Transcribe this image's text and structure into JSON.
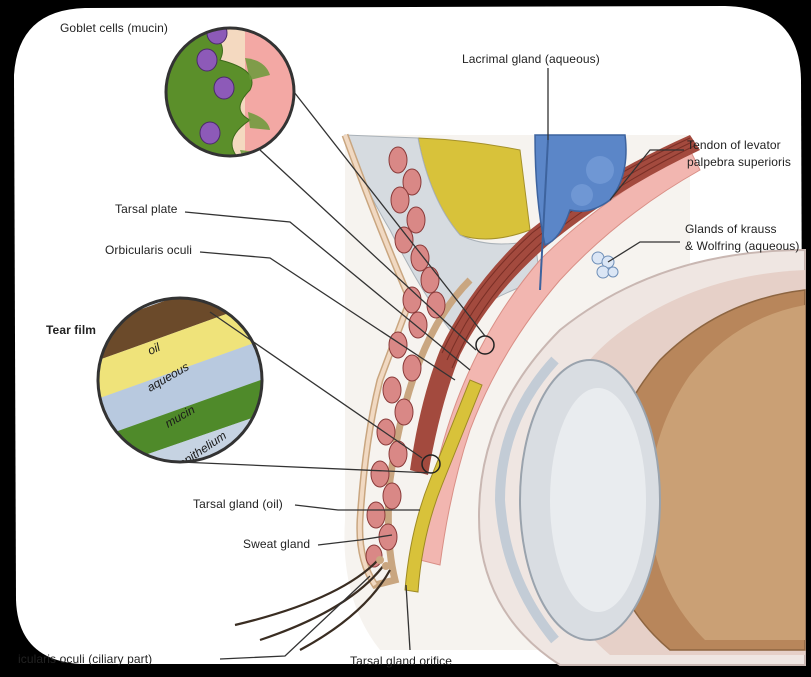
{
  "labels": {
    "goblet": "Goblet cells (mucin)",
    "lacrimal": "Lacrimal gland (aqueous)",
    "tendon_line1": "Tendon of levator",
    "tendon_line2": "palpebra superioris",
    "tarsal_plate": "Tarsal plate",
    "orbicularis": "Orbicularis oculi",
    "krauss_line1": "Glands of krauss",
    "krauss_line2": "& Wolfring (aqueous)",
    "tear_film": "Tear film",
    "tarsal_gland": "Tarsal gland (oil)",
    "sweat_gland": "Sweat gland",
    "ciliary": "icularis oculi (ciliary part)",
    "orifice": "Tarsal gland orifice"
  },
  "tear_film_layers": [
    "oil",
    "aqueous",
    "mucin",
    "epithelium"
  ],
  "colors": {
    "frame": "#ffffff",
    "background": "#000000",
    "oil_layer": "#efe37a",
    "aqueous_layer": "#b8c9df",
    "mucin_layer": "#4f8a2a",
    "epithelium_layer": "#c6d3e2",
    "muscle": "#a34a3e",
    "gland_yellow": "#d8c23a",
    "lacrimal_blue": "#5b86c8",
    "skin": "#f1d9c2",
    "pink_tissue": "#f2b6b0",
    "lens_brown": "#b8865b"
  }
}
